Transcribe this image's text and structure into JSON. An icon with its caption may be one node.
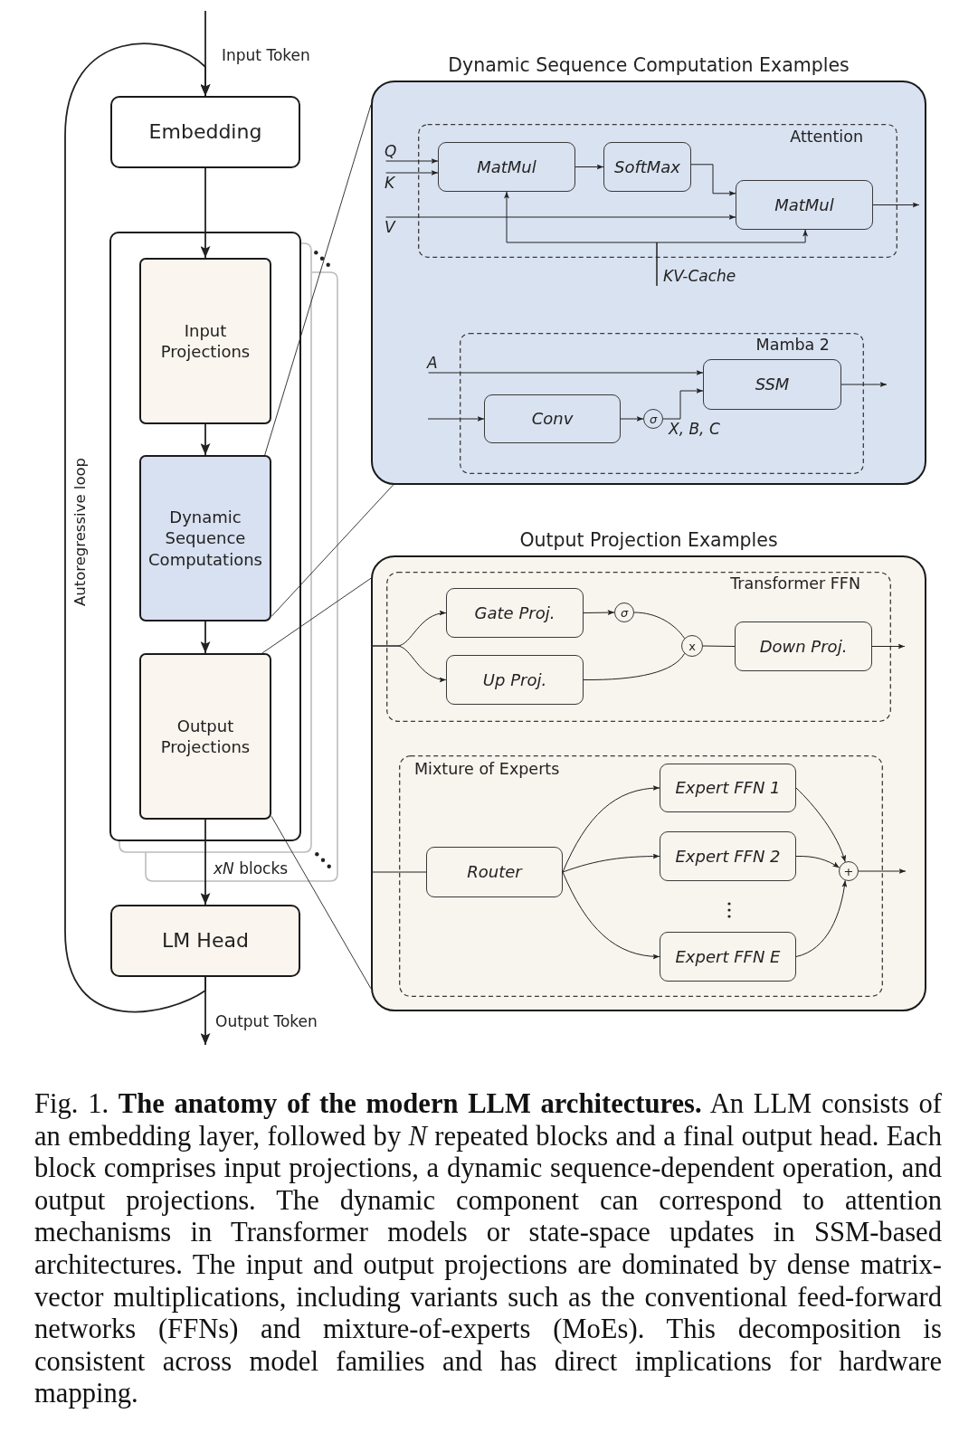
{
  "diagram": {
    "caption": "Fig. 1. **The anatomy of the modern LLM architectures.** An LLM consists of an embedding layer, followed by *N* repeated blocks and a final output head. Each block comprises input projections, a dynamic sequence-dependent operation, and output projections. The dynamic component can correspond to attention mechanisms in Transformer models or state-space updates in SSM-based architectures. The input and output projections are dominated by dense matrix-vector multiplications, including variants such as the conventional feed-forward networks (FFNs) and mixture-of-experts (MoEs). This decomposition is consistent across model families and has direct implications for hardware mapping.",
    "nodes": [
      {
        "text": [
          "Embedding"
        ]
      },
      {
        "text": [
          "*xN* blocks"
        ]
      },
      {
        "text": [
          "Input Projections"
        ],
        "in": 1
      },
      {
        "text": [
          "Dynamic Sequence Computations"
        ],
        "in": 1
      },
      {
        "text": [
          "Output Projections"
        ],
        "in": 1
      },
      {
        "text": [
          "LM Head"
        ]
      },
      {
        "text": [
          "Dynamic Sequence Computation Examples"
        ]
      },
      {
        "text": [
          "Attention"
        ],
        "in": 6
      },
      {
        "text": [
          "Q"
        ],
        "in": 6
      },
      {
        "text": [
          "MatMul"
        ],
        "in": 7
      },
      {
        "text": [
          "SoftMax"
        ],
        "in": 7
      },
      {
        "text": [
          "K"
        ],
        "in": 6
      },
      {
        "text": [
          "MatMul"
        ],
        "in": 7
      },
      {
        "text": [
          "V"
        ],
        "in": 6
      },
      {
        "text": [
          "KV-Cache"
        ],
        "in": 6
      },
      {
        "text": [
          "Mamba 2"
        ],
        "in": 6
      },
      {
        "text": [
          "A"
        ],
        "in": 6
      },
      {
        "text": [
          "SSM"
        ],
        "in": 15
      },
      {
        "text": [
          "Conv"
        ],
        "in": 15
      },
      {
        "text": [
          "σ"
        ],
        "in": 15
      },
      {
        "text": [
          "Output Projection Examples"
        ]
      },
      {
        "text": [
          "Transformer FFN"
        ],
        "in": 20
      },
      {
        "text": [
          "Gate Proj."
        ],
        "in": 21
      },
      {
        "text": [
          "Up Proj."
        ],
        "in": 21
      },
      {
        "text": [
          "σ"
        ],
        "in": 21
      },
      {
        "text": [
          "x"
        ],
        "in": 21
      },
      {
        "text": [
          "Down Proj."
        ],
        "in": 21
      },
      {
        "text": [
          "Mixture of Experts"
        ],
        "in": 20
      },
      {
        "text": [
          "Router"
        ],
        "in": 27
      },
      {
        "text": [
          "Expert FFN 1"
        ],
        "in": 27
      },
      {
        "text": [
          "Expert FFN 2"
        ],
        "in": 27
      },
      {
        "text": [
          "Expert FFN E"
        ],
        "in": 27
      },
      {
        "text": [
          "+"
        ],
        "in": 27
      }
    ],
    "edges": [
      {
        "from": null,
        "to": 0,
        "arrow": "to",
        "label": "Input Token"
      },
      {
        "from": 5,
        "to": 0,
        "arrow": "to",
        "label": "Autoregressive loop"
      },
      {
        "from": 0,
        "to": 2,
        "arrow": "to"
      },
      {
        "from": 2,
        "to": 3,
        "arrow": "to"
      },
      {
        "from": 3,
        "to": 4,
        "arrow": "to"
      },
      {
        "from": 4,
        "to": 5,
        "arrow": "to"
      },
      {
        "from": 5,
        "to": null,
        "arrow": "to",
        "label": "Output Token"
      },
      {
        "from": 3,
        "to": 6,
        "arrow": "none"
      },
      {
        "from": 3,
        "to": 6,
        "arrow": "none"
      },
      {
        "from": 4,
        "to": 20,
        "arrow": "none"
      },
      {
        "from": 4,
        "to": 20,
        "arrow": "none"
      },
      {
        "from": 8,
        "to": 9,
        "arrow": "to"
      },
      {
        "from": 11,
        "to": 9,
        "arrow": "to"
      },
      {
        "from": 9,
        "to": 10,
        "arrow": "to"
      },
      {
        "from": 10,
        "to": 12,
        "arrow": "to"
      },
      {
        "from": 13,
        "to": 12,
        "arrow": "to"
      },
      {
        "from": 14,
        "to": 9,
        "arrow": "to"
      },
      {
        "from": 14,
        "to": 12,
        "arrow": "to"
      },
      {
        "from": 12,
        "to": null,
        "arrow": "to"
      },
      {
        "from": 16,
        "to": 17,
        "arrow": "to"
      },
      {
        "from": null,
        "to": 18,
        "arrow": "to"
      },
      {
        "from": 18,
        "to": 19,
        "arrow": "to"
      },
      {
        "from": 19,
        "to": 17,
        "arrow": "to",
        "label": "X, B, C"
      },
      {
        "from": 17,
        "to": null,
        "arrow": "to"
      },
      {
        "from": null,
        "to": 22,
        "arrow": "to"
      },
      {
        "from": null,
        "to": 23,
        "arrow": "to"
      },
      {
        "from": 22,
        "to": 24,
        "arrow": "to"
      },
      {
        "from": 24,
        "to": 25,
        "arrow": "none"
      },
      {
        "from": 23,
        "to": 25,
        "arrow": "none"
      },
      {
        "from": 25,
        "to": 26,
        "arrow": "none"
      },
      {
        "from": 26,
        "to": null,
        "arrow": "to"
      },
      {
        "from": null,
        "to": 28,
        "arrow": "none"
      },
      {
        "from": 28,
        "to": 29,
        "arrow": "to"
      },
      {
        "from": 28,
        "to": 30,
        "arrow": "to"
      },
      {
        "from": 28,
        "to": 31,
        "arrow": "to"
      },
      {
        "from": 29,
        "to": 32,
        "arrow": "to"
      },
      {
        "from": 30,
        "to": 32,
        "arrow": "to"
      },
      {
        "from": 31,
        "to": 32,
        "arrow": "to"
      },
      {
        "from": 32,
        "to": null,
        "arrow": "to"
      }
    ]
  }
}
